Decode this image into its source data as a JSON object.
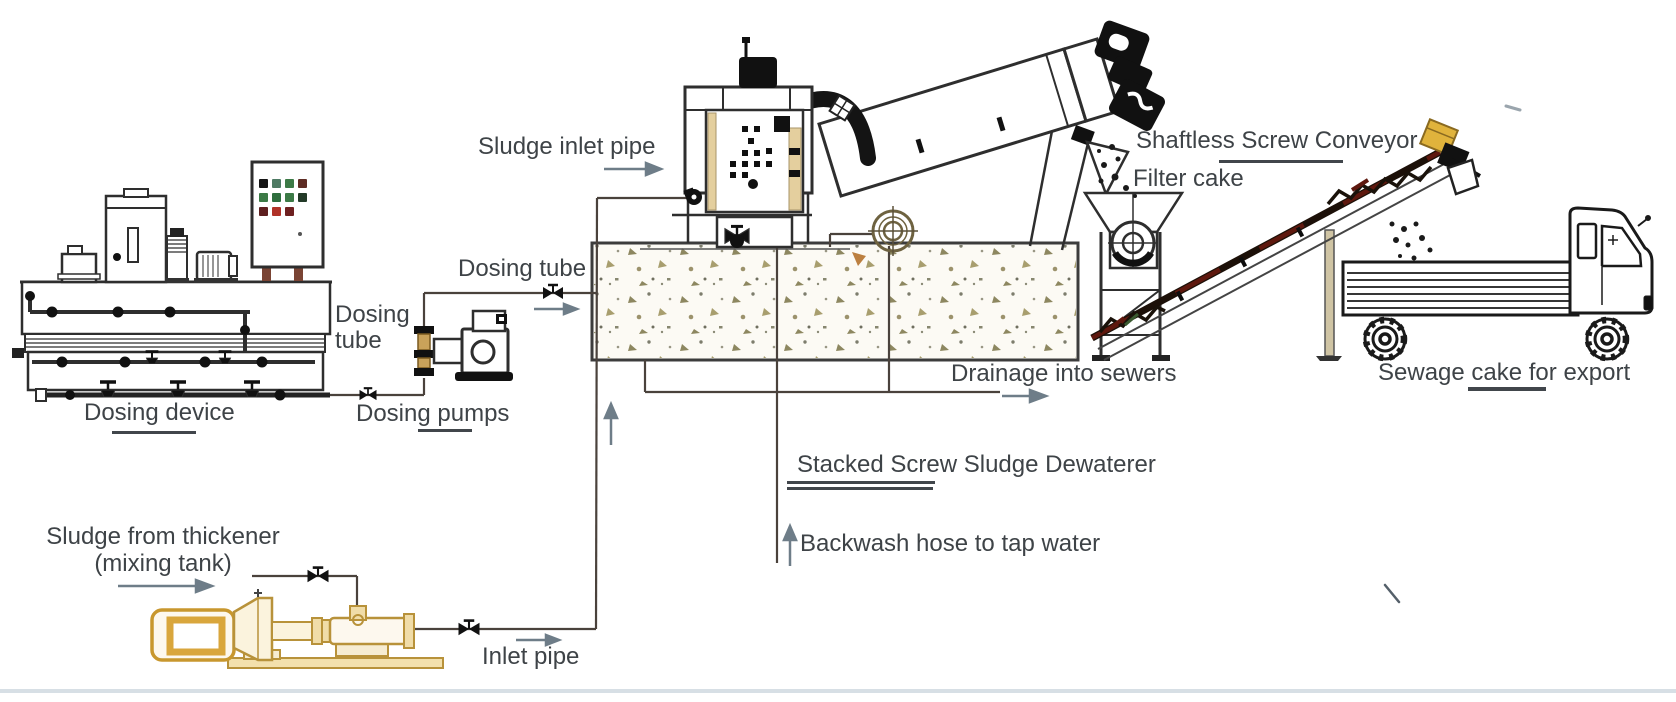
{
  "labels": {
    "dosing_device": "Dosing device",
    "dosing_tube_left": "Dosing tube",
    "dosing_tube_top": "Dosing tube",
    "dosing_pumps": "Dosing pumps",
    "sludge_inlet_pipe": "Sludge inlet pipe",
    "sludge_from_thickener": "Sludge from thickener",
    "mixing_tank": "(mixing tank)",
    "inlet_pipe": "Inlet pipe",
    "stacked_screw_sludge_dewaterer": "Stacked Screw Sludge Dewaterer",
    "backwash_hose": "Backwash hose to tap water",
    "drainage_into_sewers": "Drainage into sewers",
    "filter_cake": "Filter cake",
    "shaftless_screw_conveyor": "Shaftless Screw Conveyor",
    "sewage_cake_for_export": "Sewage cake for export"
  },
  "colors": {
    "line": "#2e2e2e",
    "pipe": "#4a423c",
    "text": "#3e4347",
    "arrow": "#6e7d88",
    "gold": "#d9a63c",
    "gold_light": "#f6e8c8",
    "tan_panel": "#e4cf9e",
    "maroon": "#5e180e",
    "bronze": "#6e6240",
    "leg_brown": "#7a4434"
  },
  "control_panel": {
    "button_rows": [
      [
        "#141414",
        "#4e7a63",
        "#3c7a46",
        "#5e2c24"
      ],
      [
        "#3c7a46",
        "#2f6e3e",
        "#3c7a46",
        "#233a28"
      ],
      [
        "#5e1f1f",
        "#b03228",
        "#6e2020",
        null
      ]
    ]
  }
}
